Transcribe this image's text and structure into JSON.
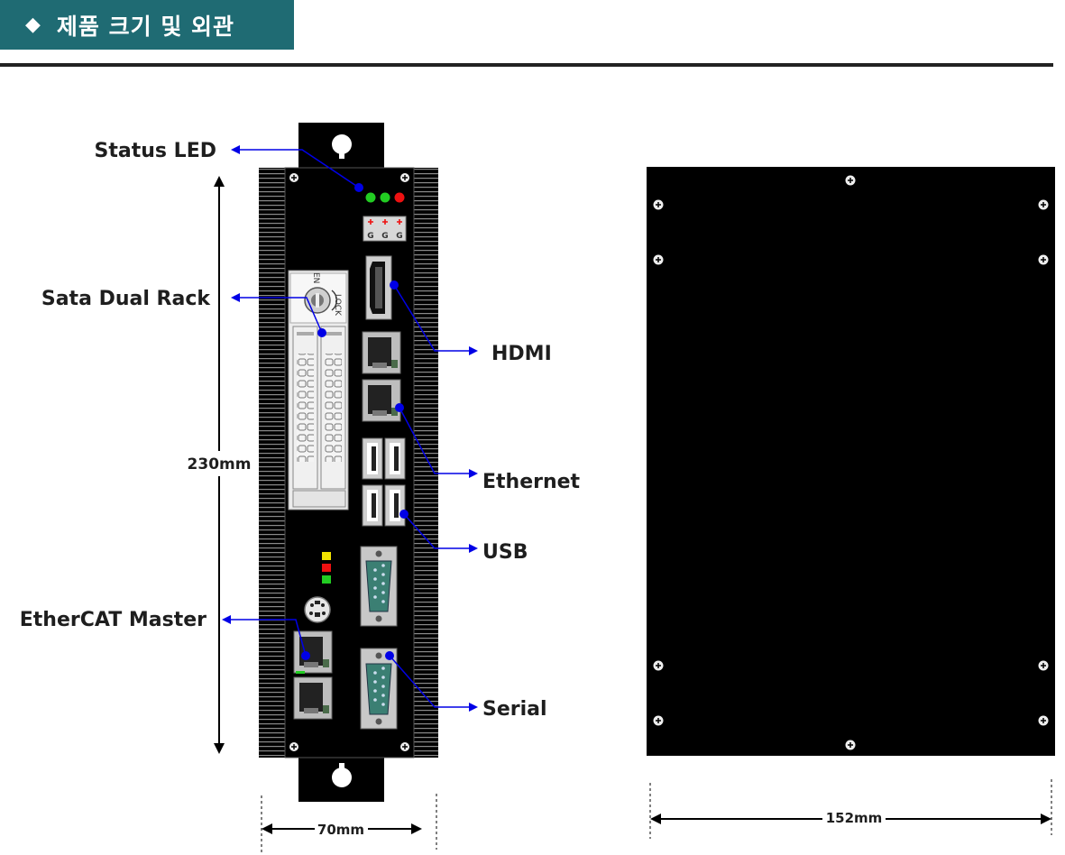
{
  "header": {
    "bullet": "◆",
    "title": "제품 크기 및 외관"
  },
  "labels": {
    "status_led": "Status LED",
    "sata_dual_rack": "Sata Dual Rack",
    "ethercat_master": "EtherCAT Master",
    "hdmi": "HDMI",
    "ethernet": "Ethernet",
    "usb": "USB",
    "serial": "Serial"
  },
  "dimensions": {
    "height": "230mm",
    "width": "70mm",
    "depth": "152mm"
  },
  "panel_markings": {
    "power_terminal": [
      "G",
      "G",
      "G"
    ],
    "rack_key": [
      "EN",
      "LOCK"
    ]
  },
  "colors": {
    "title_bg": "#1f6b73",
    "callout": "#0000e6",
    "device_body": "#000000",
    "led_green": "#22cc22",
    "led_red": "#ee1111",
    "serial_green": "#3b7f73"
  }
}
